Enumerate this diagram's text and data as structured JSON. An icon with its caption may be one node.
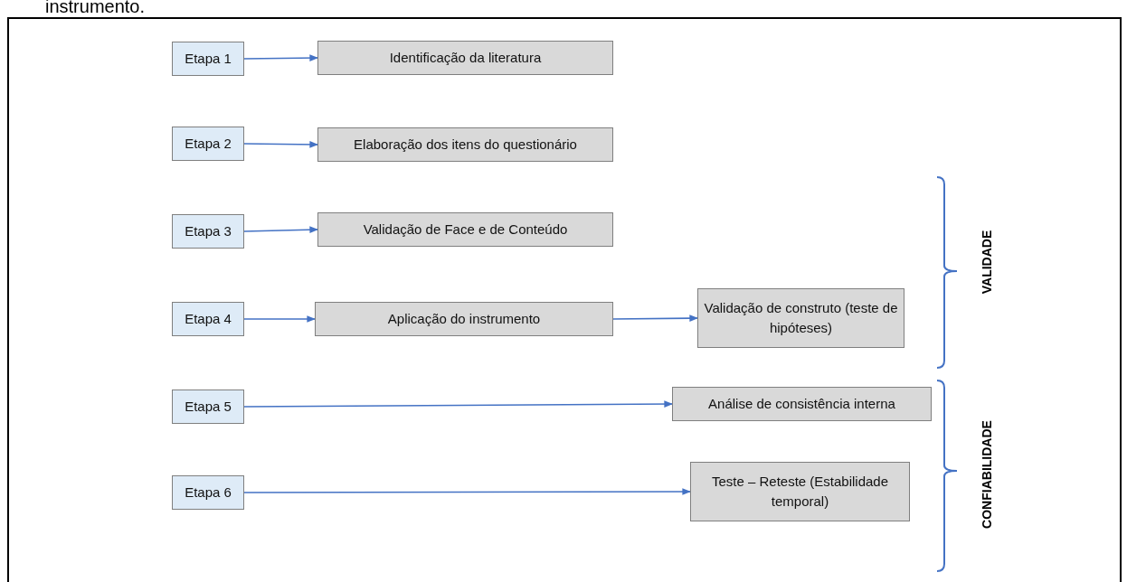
{
  "diagram": {
    "nodes": [
      {
        "text": [
          "Etapa 1"
        ]
      },
      {
        "text": [
          "Identificação da literatura"
        ]
      },
      {
        "text": [
          "Etapa 2"
        ]
      },
      {
        "text": [
          "Elaboração dos itens do questionário"
        ]
      },
      {
        "text": [
          "Etapa 3"
        ]
      },
      {
        "text": [
          "Validação de Face e de Conteúdo"
        ]
      },
      {
        "text": [
          "Etapa 4"
        ]
      },
      {
        "text": [
          "Aplicação do instrumento"
        ]
      },
      {
        "text": [
          "Validação de construto (teste de hipóteses)"
        ]
      },
      {
        "text": [
          "Etapa 5"
        ]
      },
      {
        "text": [
          "Análise de consistência interna"
        ]
      },
      {
        "text": [
          "Etapa 6"
        ]
      },
      {
        "text": [
          "Teste – Reteste (Estabilidade temporal)"
        ]
      }
    ],
    "edges": [
      {
        "from": 0,
        "to": 1,
        "arrow": "to"
      },
      {
        "from": 2,
        "to": 3,
        "arrow": "to"
      },
      {
        "from": 4,
        "to": 5,
        "arrow": "to"
      },
      {
        "from": 6,
        "to": 7,
        "arrow": "to"
      },
      {
        "from": 7,
        "to": 8,
        "arrow": "to"
      },
      {
        "from": 9,
        "to": 10,
        "arrow": "to"
      },
      {
        "from": 11,
        "to": 12,
        "arrow": "to"
      }
    ],
    "labels": [
      "instrumento.",
      "VALIDADE",
      "CONFIABILIDADE"
    ]
  }
}
